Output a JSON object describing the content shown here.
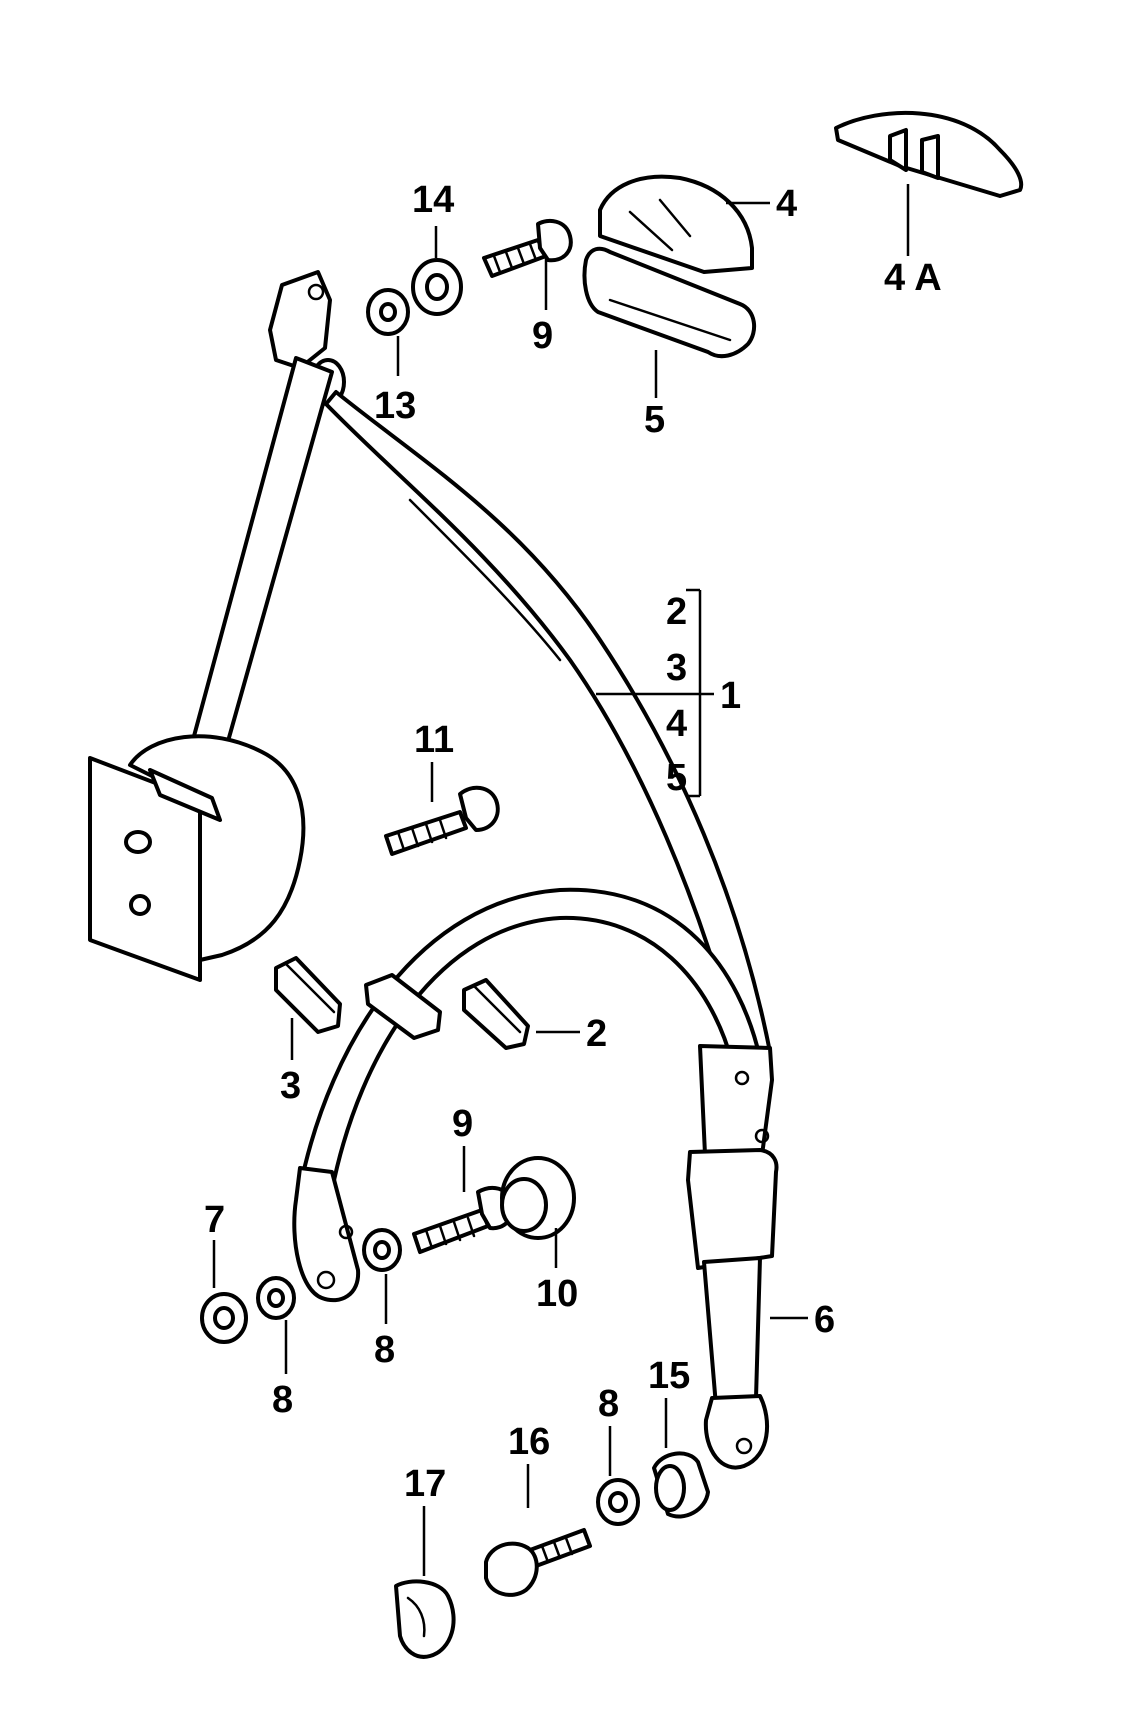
{
  "diagram": {
    "callouts": {
      "c1": "1",
      "c2": "2",
      "c2b": "2",
      "c3": "3",
      "c3b": "3",
      "c4": "4",
      "c4b": "4",
      "c4a": "4 A",
      "c5": "5",
      "c5b": "5",
      "c6": "6",
      "c7": "7",
      "c8a": "8",
      "c8b": "8",
      "c8c": "8",
      "c9a": "9",
      "c9b": "9",
      "c10": "10",
      "c11": "11",
      "c13": "13",
      "c14": "14",
      "c15": "15",
      "c16": "16",
      "c17": "17"
    }
  }
}
